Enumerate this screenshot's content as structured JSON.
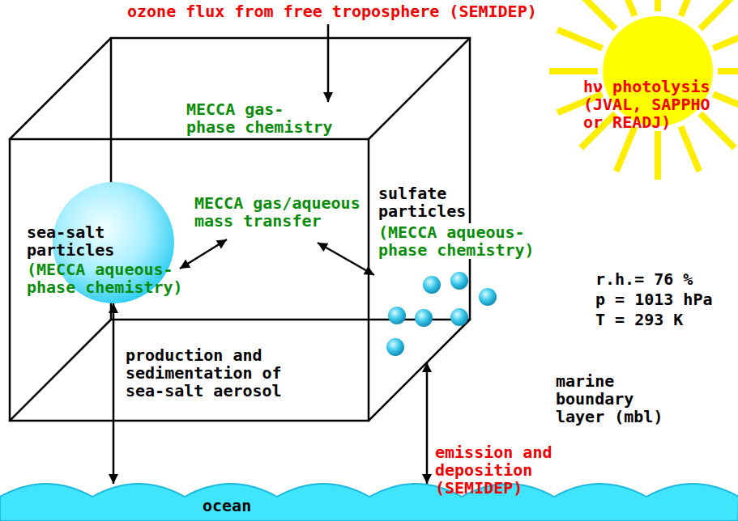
{
  "diagram": {
    "nodes": [
      {
        "text": [
          "marine boundary layer (mbl)"
        ]
      },
      {
        "text": [
          "sea-salt particles",
          "(MECCA aqueous- phase chemistry)"
        ],
        "in": 0
      },
      {
        "text": [
          "sulfate particles",
          "(MECCA aqueous- phase chemistry)"
        ],
        "in": 0
      },
      {
        "text": [
          "hν photolysis (JVAL, SAPPHO or READJ)"
        ]
      },
      {
        "text": [
          "ocean"
        ]
      }
    ],
    "edges": [
      {
        "from": 4,
        "to": 1,
        "arrow": "both",
        "label": "production and sedimentation of sea-salt aerosol"
      },
      {
        "from": 4,
        "to": 0,
        "arrow": "both",
        "label": "emission and deposition (SEMIDEP)"
      }
    ],
    "labels": [
      "ozone flux from free troposphere (SEMIDEP)",
      "MECCA gas- phase chemistry",
      "MECCA gas/aqueous mass transfer",
      "r.h.= 76 %",
      "p = 1013 hPa",
      "T = 293 K"
    ]
  }
}
